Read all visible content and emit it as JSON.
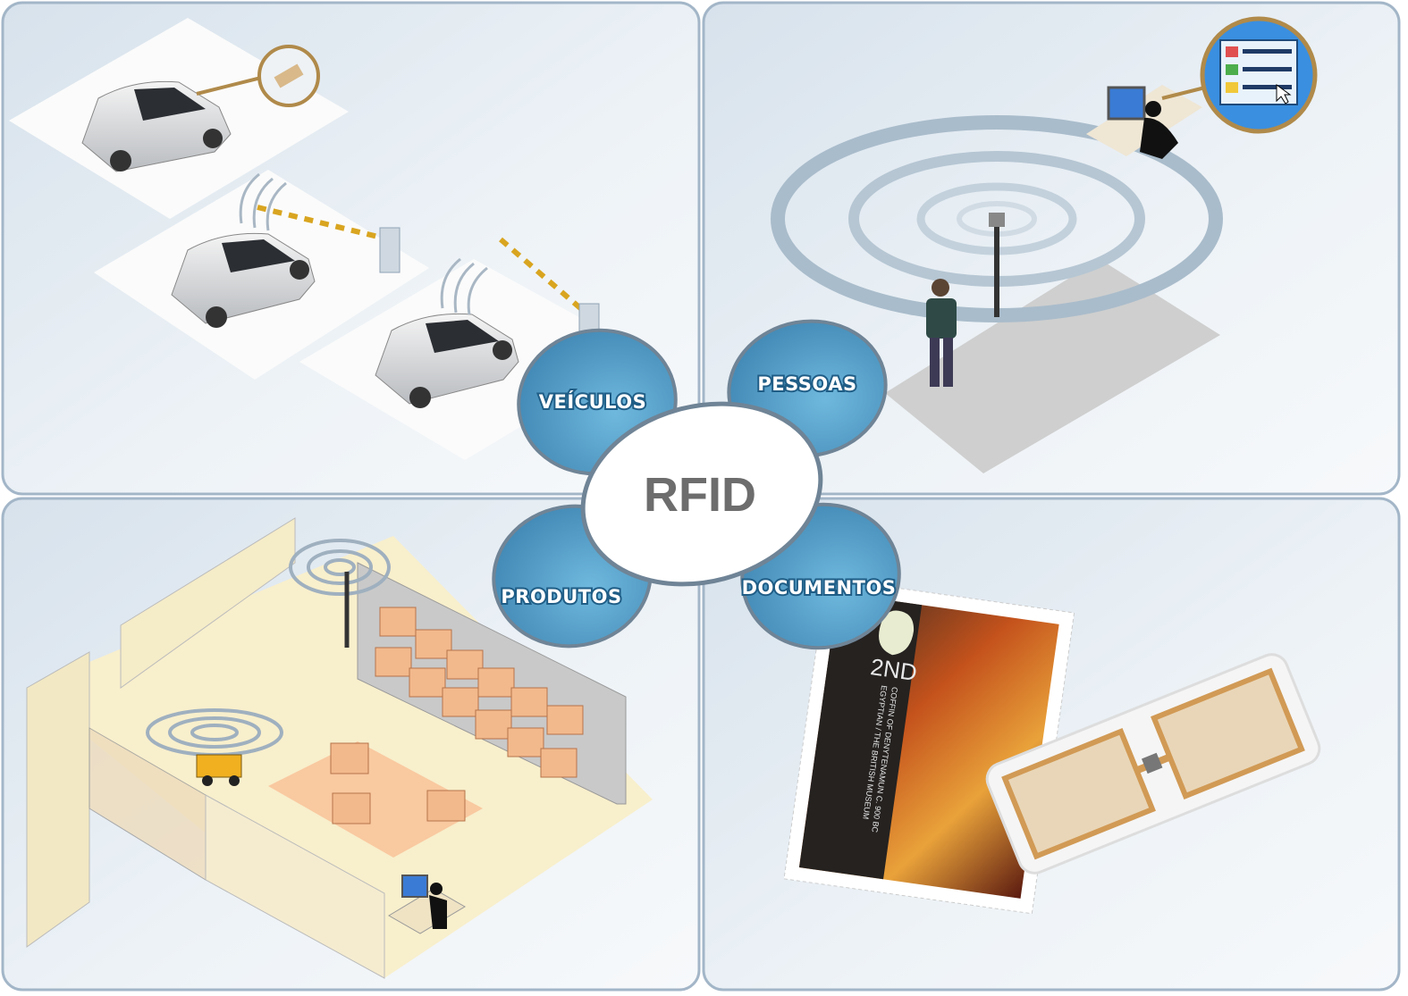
{
  "center": {
    "label": "RFID"
  },
  "categories": [
    {
      "id": "veiculos",
      "label": "VEÍCULOS"
    },
    {
      "id": "pessoas",
      "label": "PESSOAS"
    },
    {
      "id": "produtos",
      "label": "PRODUTOS"
    },
    {
      "id": "documentos",
      "label": "DOCUMENTOS"
    }
  ],
  "stamp": {
    "value": "2ND",
    "caption_1": "COFFIN OF DENYTENAMUN C. 900 BC",
    "caption_2": "EGYPTIAN / THE BRITISH MUSEUM"
  },
  "colors": {
    "petal": "#4f9cc6",
    "petal_border": "#6f8496",
    "panel_border": "#a3b6c8",
    "panel_bg": "#e3ebf2"
  }
}
